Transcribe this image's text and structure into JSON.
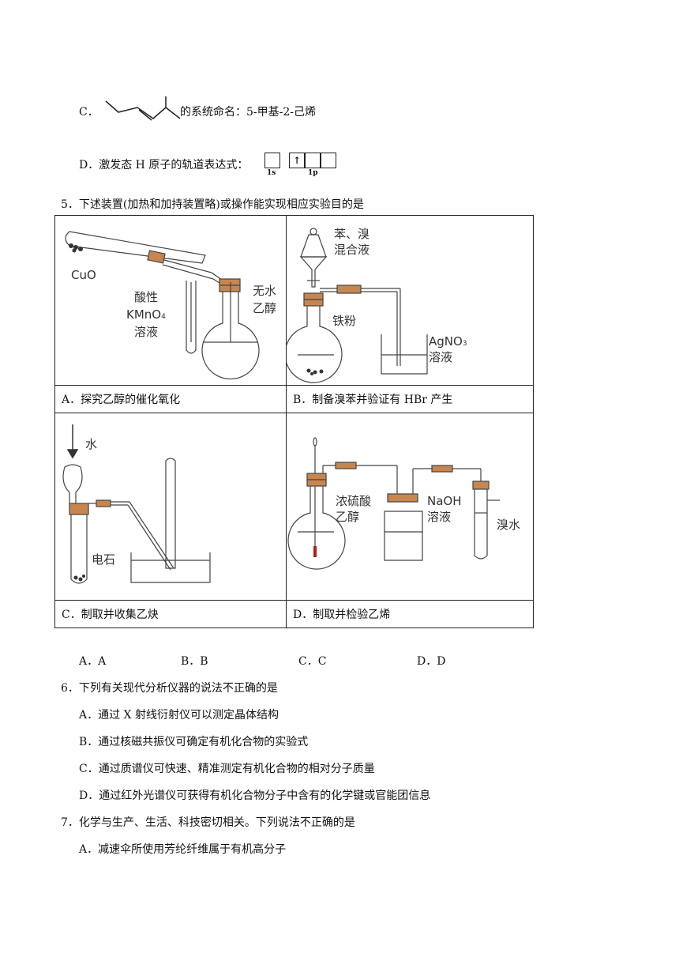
{
  "q4": {
    "c_letter": "C．",
    "c_text": "的系统命名：5-甲基-2-己烯",
    "d_text": "D．激发态 H 原子的轨道表达式：",
    "d_label_1s": "1s",
    "d_label_1p": "1p",
    "d_arrow": "↑"
  },
  "q5": {
    "stem": "5．下述装置(加热和加持装置略)或操作能实现相应实验目的是",
    "cells": [
      {
        "caption": "A．探究乙醇的催化氧化",
        "labels": [
          "CuO",
          "酸性",
          "KMnO",
          "4",
          "溶液",
          "无水",
          "乙醇"
        ]
      },
      {
        "caption": "B．制备溴苯并验证有 HBr 产生",
        "labels": [
          "苯、溴",
          "混合液",
          "铁粉",
          "AgNO",
          "3",
          "溶液"
        ]
      },
      {
        "caption": "C．制取并收集乙炔",
        "labels": [
          "水",
          "电石"
        ]
      },
      {
        "caption": "D．制取并检验乙烯",
        "labels": [
          "浓硫酸",
          "乙醇",
          "NaOH",
          "溶液",
          "溴水"
        ]
      }
    ],
    "options": [
      "A．A",
      "B．B",
      "C．C",
      "D．D"
    ]
  },
  "q6": {
    "stem": "6．下列有关现代分析仪器的说法不正确的是",
    "options": [
      "A．通过 X 射线衍射仪可以测定晶体结构",
      "B．通过核磁共振仪可确定有机化合物的实验式",
      "C．通过质谱仪可快速、精准测定有机化合物的相对分子质量",
      "D．通过红外光谱仪可获得有机化合物分子中含有的化学键或官能团信息"
    ]
  },
  "q7": {
    "stem": "7．化学与生产、生活、科技密切相关。下列说法不正确的是",
    "options": [
      "A．减速伞所使用芳纶纤维属于有机高分子"
    ]
  }
}
